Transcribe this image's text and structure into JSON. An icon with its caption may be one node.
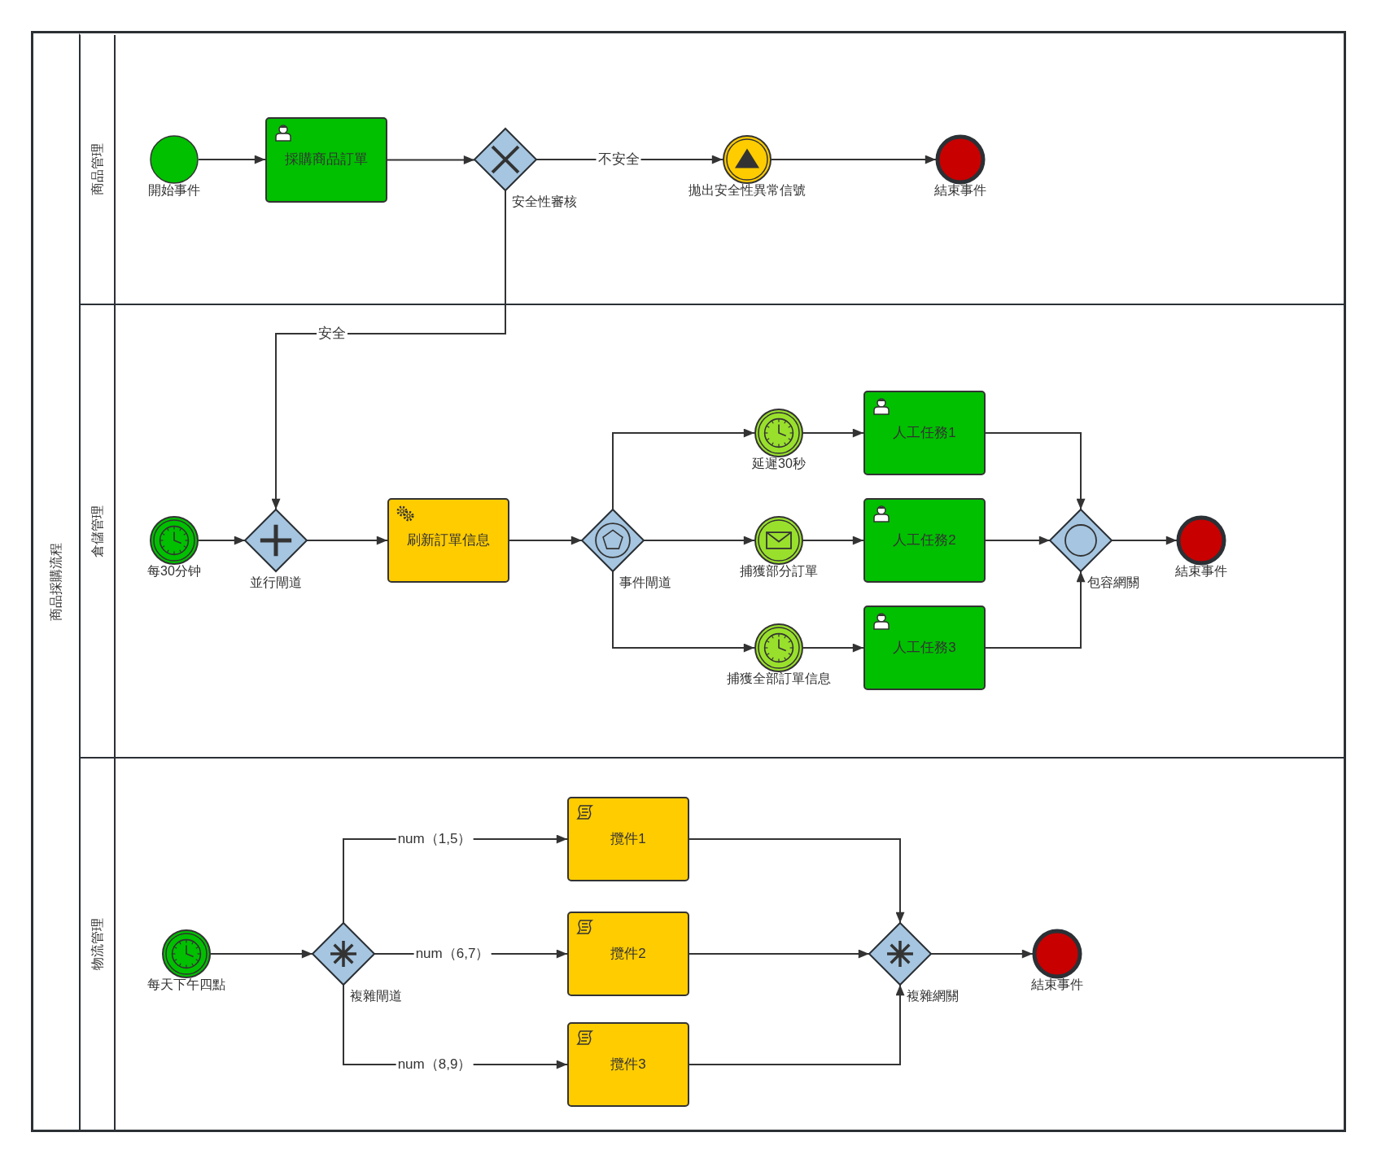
{
  "diagram": {
    "nodes": [
      {
        "text": [
          "商品採購流程"
        ]
      },
      {
        "text": [
          "商品管理"
        ],
        "in": 0
      },
      {
        "text": [
          "倉儲管理"
        ],
        "in": 0
      },
      {
        "text": [
          "物流管理"
        ],
        "in": 0
      },
      {
        "text": [
          "開始事件"
        ],
        "in": 1
      },
      {
        "text": [
          "採購商品訂單"
        ],
        "in": 1
      },
      {
        "text": [
          "安全性審核"
        ],
        "in": 1
      },
      {
        "text": [
          "拋出安全性異常信號"
        ],
        "in": 1
      },
      {
        "text": [
          "結束事件"
        ],
        "in": 1
      },
      {
        "text": [
          "每30分钟"
        ],
        "in": 2
      },
      {
        "text": [
          "並行閘道"
        ],
        "in": 2
      },
      {
        "text": [
          "刷新訂單信息"
        ],
        "in": 2
      },
      {
        "text": [
          "事件閘道"
        ],
        "in": 2
      },
      {
        "text": [
          "延遲30秒"
        ],
        "in": 2
      },
      {
        "text": [
          "人工任務1"
        ],
        "in": 2
      },
      {
        "text": [
          "捕獲部分訂單"
        ],
        "in": 2
      },
      {
        "text": [
          "人工任務2"
        ],
        "in": 2
      },
      {
        "text": [
          "捕獲全部訂單信息"
        ],
        "in": 2
      },
      {
        "text": [
          "人工任務3"
        ],
        "in": 2
      },
      {
        "text": [
          "包容網關"
        ],
        "in": 2
      },
      {
        "text": [
          "結束事件"
        ],
        "in": 2
      },
      {
        "text": [
          "每天下午四點"
        ],
        "in": 3
      },
      {
        "text": [
          "複雜閘道"
        ],
        "in": 3
      },
      {
        "text": [
          "攬件1"
        ],
        "in": 3
      },
      {
        "text": [
          "攬件2"
        ],
        "in": 3
      },
      {
        "text": [
          "攬件3"
        ],
        "in": 3
      },
      {
        "text": [
          "複雜網關"
        ],
        "in": 3
      },
      {
        "text": [
          "結束事件"
        ],
        "in": 3
      }
    ],
    "edges": [
      {
        "from": 4,
        "to": 5,
        "arrow": "to"
      },
      {
        "from": 5,
        "to": 6,
        "arrow": "to"
      },
      {
        "from": 6,
        "to": 7,
        "arrow": "to",
        "label": "不安全"
      },
      {
        "from": 7,
        "to": 8,
        "arrow": "to"
      },
      {
        "from": 6,
        "to": 10,
        "arrow": "to",
        "label": "安全"
      },
      {
        "from": 9,
        "to": 10,
        "arrow": "to"
      },
      {
        "from": 10,
        "to": 11,
        "arrow": "to"
      },
      {
        "from": 11,
        "to": 12,
        "arrow": "to"
      },
      {
        "from": 12,
        "to": 13,
        "arrow": "to"
      },
      {
        "from": 12,
        "to": 15,
        "arrow": "to"
      },
      {
        "from": 12,
        "to": 17,
        "arrow": "to"
      },
      {
        "from": 13,
        "to": 14,
        "arrow": "to"
      },
      {
        "from": 15,
        "to": 16,
        "arrow": "to"
      },
      {
        "from": 17,
        "to": 18,
        "arrow": "to"
      },
      {
        "from": 14,
        "to": 19,
        "arrow": "to"
      },
      {
        "from": 16,
        "to": 19,
        "arrow": "to"
      },
      {
        "from": 18,
        "to": 19,
        "arrow": "to"
      },
      {
        "from": 19,
        "to": 20,
        "arrow": "to"
      },
      {
        "from": 21,
        "to": 22,
        "arrow": "to"
      },
      {
        "from": 22,
        "to": 23,
        "arrow": "to",
        "label": "num（1,5）"
      },
      {
        "from": 22,
        "to": 24,
        "arrow": "to",
        "label": "num（6,7）"
      },
      {
        "from": 22,
        "to": 25,
        "arrow": "to",
        "label": "num（8,9）"
      },
      {
        "from": 23,
        "to": 26,
        "arrow": "to"
      },
      {
        "from": 24,
        "to": 26,
        "arrow": "to"
      },
      {
        "from": 25,
        "to": 26,
        "arrow": "to"
      },
      {
        "from": 26,
        "to": 27,
        "arrow": "to"
      }
    ]
  }
}
